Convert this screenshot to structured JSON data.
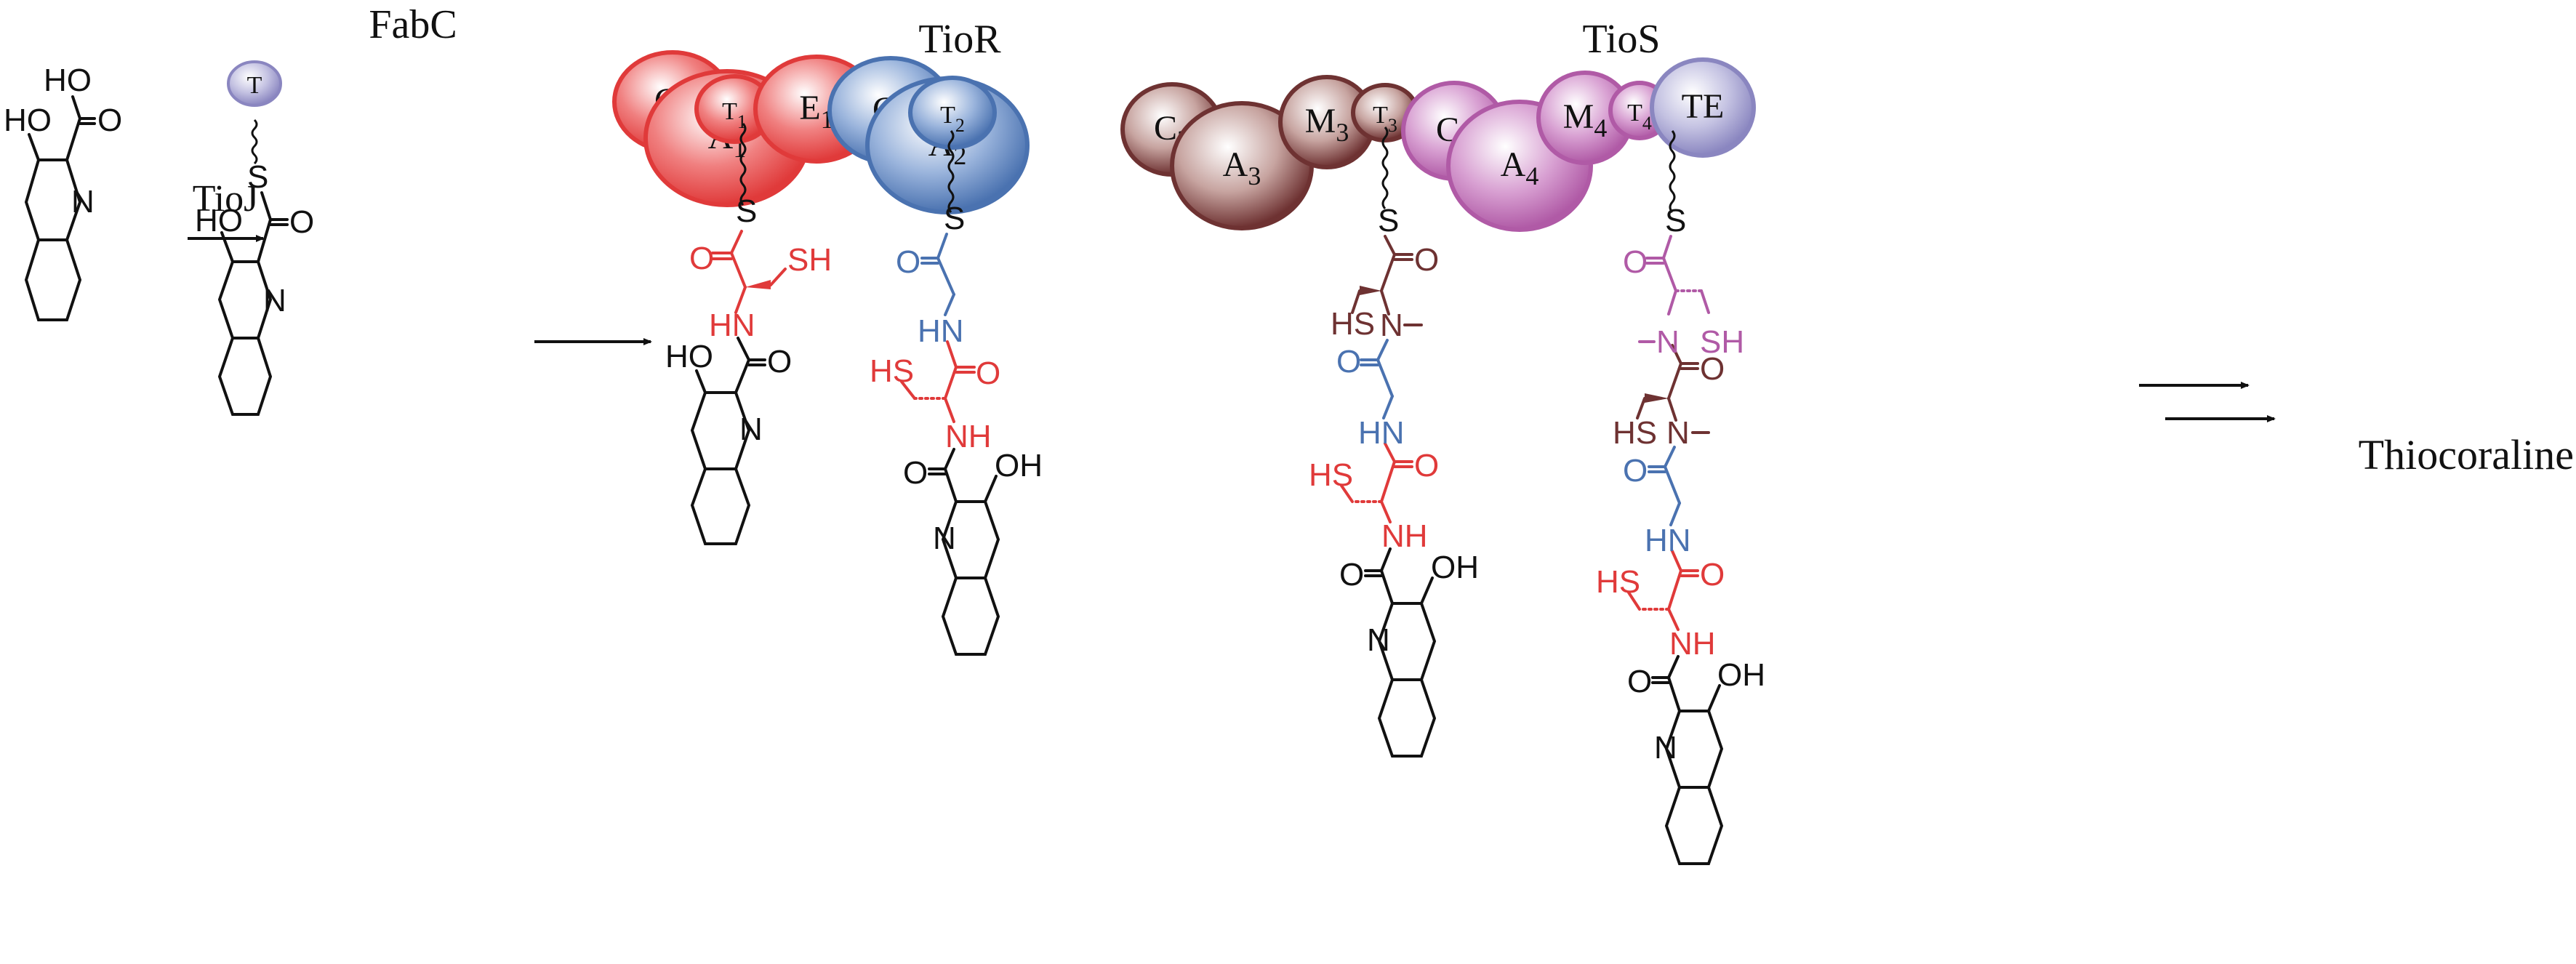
{
  "title_labels": {
    "fabc": "FabC",
    "tior": "TioR",
    "tios": "TioS",
    "tioj": "TioJ",
    "product": "Thiocoraline"
  },
  "colors": {
    "red": "#e03a3a",
    "blue": "#4a72b0",
    "brown": "#6e3232",
    "magenta": "#b05aa6",
    "lavender": "#8a86c0",
    "black": "#111111"
  },
  "start_molecule": {
    "labels": [
      "HO",
      "HO",
      "O",
      "N"
    ]
  },
  "fabc_domain": {
    "label": "T"
  },
  "tior_domains": [
    {
      "name": "C",
      "sub": "1",
      "color": "red"
    },
    {
      "name": "A",
      "sub": "1",
      "color": "red"
    },
    {
      "name": "T",
      "sub": "1",
      "color": "red"
    },
    {
      "name": "E",
      "sub": "1",
      "color": "red"
    },
    {
      "name": "C",
      "sub": "2",
      "color": "blue"
    },
    {
      "name": "A",
      "sub": "2",
      "color": "blue"
    },
    {
      "name": "T",
      "sub": "2",
      "color": "blue"
    }
  ],
  "tios_domains": [
    {
      "name": "C",
      "sub": "3",
      "color": "brown"
    },
    {
      "name": "A",
      "sub": "3",
      "color": "brown"
    },
    {
      "name": "M",
      "sub": "3",
      "color": "brown"
    },
    {
      "name": "T",
      "sub": "3",
      "color": "brown"
    },
    {
      "name": "C",
      "sub": "4",
      "color": "magenta"
    },
    {
      "name": "A",
      "sub": "4",
      "color": "magenta"
    },
    {
      "name": "M",
      "sub": "4",
      "color": "magenta"
    },
    {
      "name": "T",
      "sub": "4",
      "color": "magenta"
    },
    {
      "name": "TE",
      "sub": "",
      "color": "lavender"
    }
  ],
  "atoms": {
    "S": "S",
    "O": "O",
    "N": "N",
    "HN": "HN",
    "NH": "NH",
    "SH": "SH",
    "HS": "HS",
    "HO": "HO",
    "OH": "OH"
  }
}
